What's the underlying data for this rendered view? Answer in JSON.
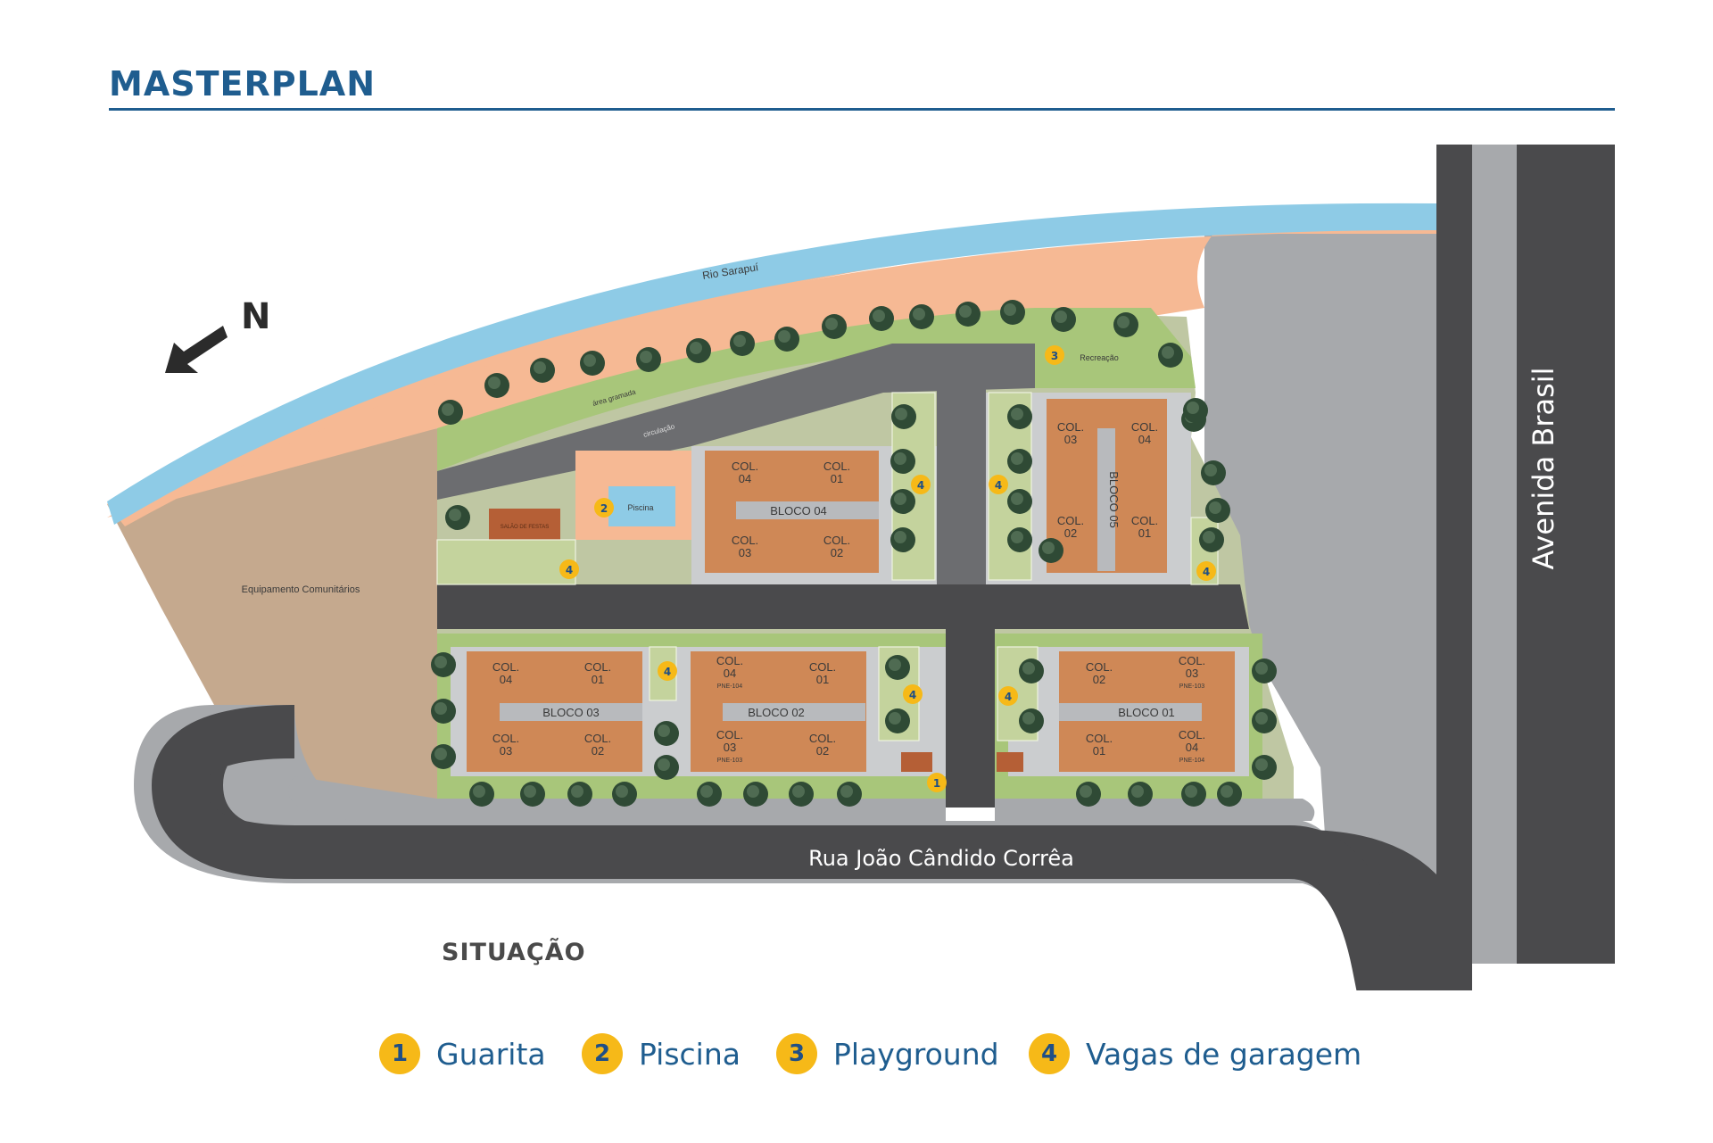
{
  "header": {
    "title": "MASTERPLAN"
  },
  "map": {
    "north_label": "N",
    "river": "Rio Sarapuí",
    "grass_strip": "área gramada",
    "path": "circulação",
    "community": "Equipamento Comunitários",
    "pool": "Piscina",
    "recreation": "Recreação",
    "street_bottom": "Rua João Cândido Corrêa",
    "street_right": "Avenida Brasil",
    "small_building": "SALÃO DE FESTAS",
    "blocks": [
      {
        "name": "BLOCO 04",
        "cols": [
          [
            "COL.",
            "04"
          ],
          [
            "COL.",
            "01"
          ],
          [
            "COL.",
            "03"
          ],
          [
            "COL.",
            "02"
          ]
        ]
      },
      {
        "name": "BLOCO 05",
        "cols": [
          [
            "COL.",
            "03"
          ],
          [
            "COL.",
            "04"
          ],
          [
            "COL.",
            "02"
          ],
          [
            "COL.",
            "01"
          ]
        ]
      },
      {
        "name": "BLOCO 03",
        "cols": [
          [
            "COL.",
            "04"
          ],
          [
            "COL.",
            "01"
          ],
          [
            "COL.",
            "03"
          ],
          [
            "COL.",
            "02"
          ]
        ]
      },
      {
        "name": "BLOCO 02",
        "cols": [
          [
            "COL.",
            "04",
            "PNE-104"
          ],
          [
            "COL.",
            "01"
          ],
          [
            "COL.",
            "03",
            "PNE-103"
          ],
          [
            "COL.",
            "02"
          ]
        ]
      },
      {
        "name": "BLOCO 01",
        "cols": [
          [
            "COL.",
            "02"
          ],
          [
            "COL.",
            "03",
            "PNE-103"
          ],
          [
            "COL.",
            "01"
          ],
          [
            "COL.",
            "04",
            "PNE-104"
          ]
        ]
      }
    ],
    "badges": [
      "1",
      "2",
      "3",
      "4"
    ]
  },
  "situacao": "SITUAÇÃO",
  "legend": [
    {
      "num": "1",
      "label": "Guarita"
    },
    {
      "num": "2",
      "label": "Piscina"
    },
    {
      "num": "3",
      "label": "Playground"
    },
    {
      "num": "4",
      "label": "Vagas de garagem"
    }
  ],
  "colors": {
    "brand_blue": "#1f5d8f",
    "badge_yellow": "#f6b918",
    "road": "#4a4a4c",
    "sidewalk": "#a7a9ac",
    "river": "#8ecbe6",
    "sand": "#f6b994",
    "building": "#cf8856",
    "grass": "#a8c67a",
    "community": "#c5a98e"
  }
}
